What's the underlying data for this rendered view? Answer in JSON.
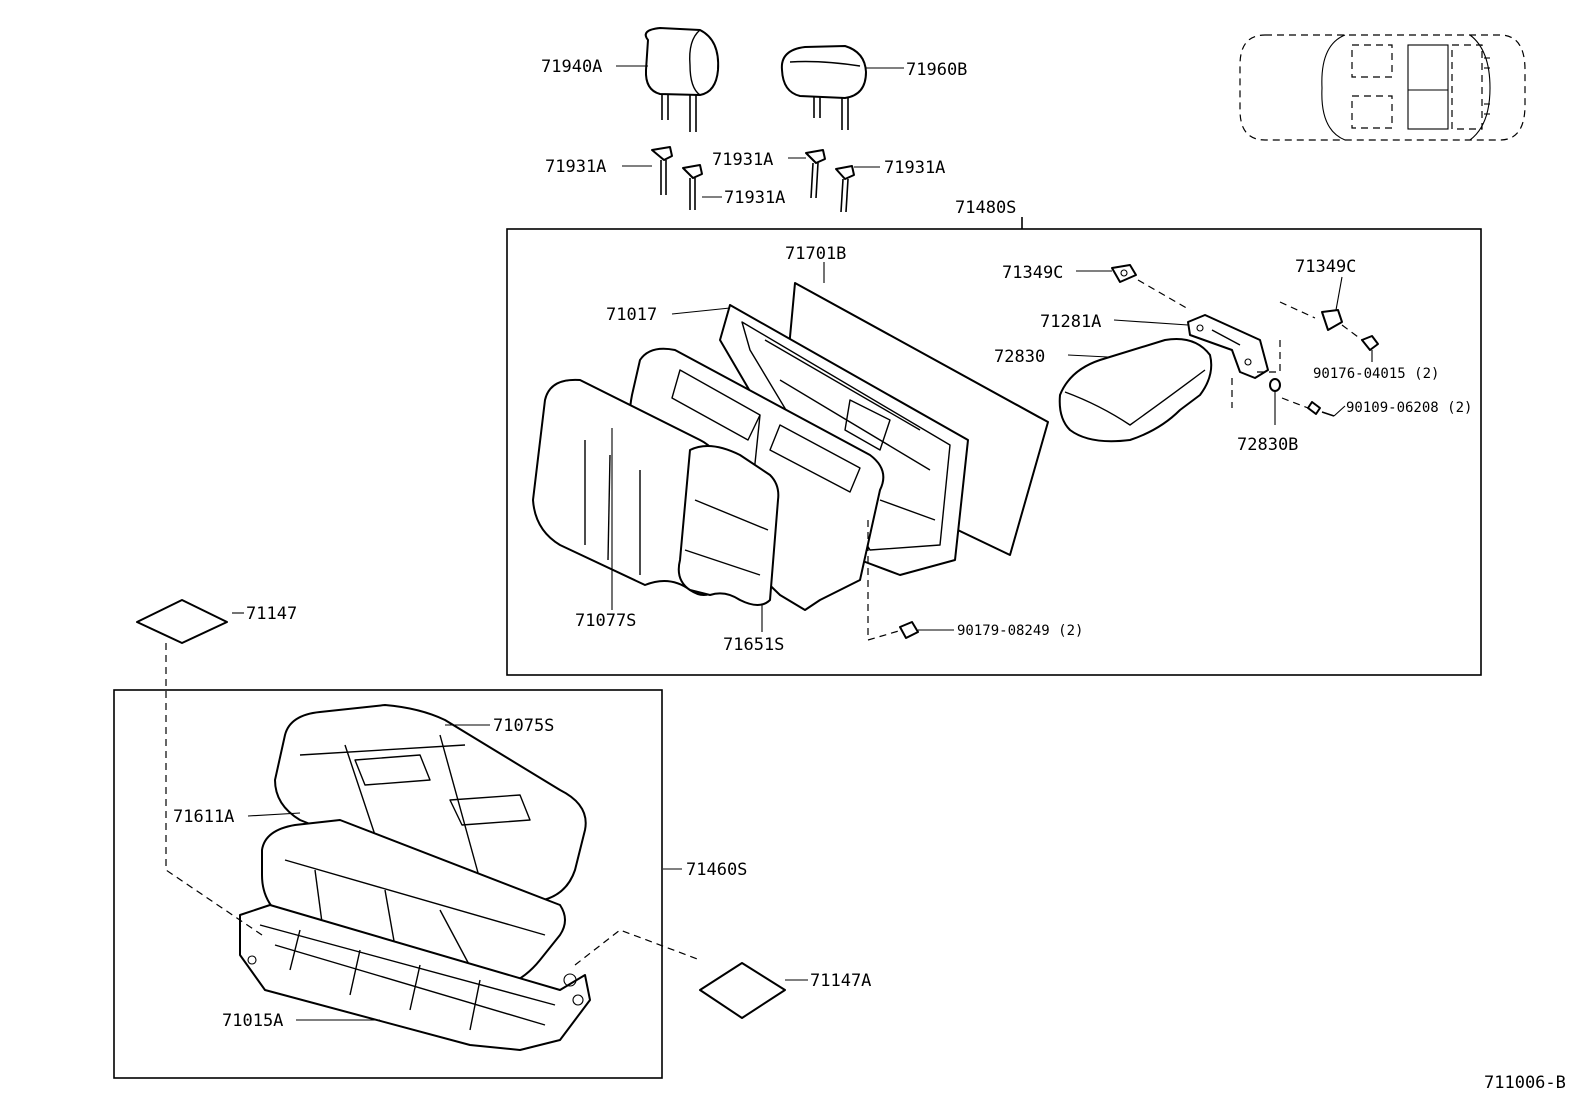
{
  "labels": {
    "headrest_a": "71940A",
    "headrest_b": "71960B",
    "support_1": "71931A",
    "support_2": "71931A",
    "support_3": "71931A",
    "support_4": "71931A",
    "back_assy": "71480S",
    "back_board": "71701B",
    "back_frame": "71017",
    "back_cover": "71077S",
    "back_pad": "71651S",
    "hinge_cover_left": "71349C",
    "hinge_cover_right": "71349C",
    "armrest_bracket": "71281A",
    "armrest": "72830",
    "armrest_bushing": "72830B",
    "nut_a": "90176-04015 (2)",
    "bolt_a": "90109-06208 (2)",
    "nut_b": "90179-08249 (2)",
    "pad_left": "71147",
    "cushion_cover": "71075S",
    "cushion_pad": "71611A",
    "cushion_assy": "71460S",
    "pad_right": "71147A",
    "cushion_frame": "71015A",
    "diagram_code": "711006-B"
  }
}
